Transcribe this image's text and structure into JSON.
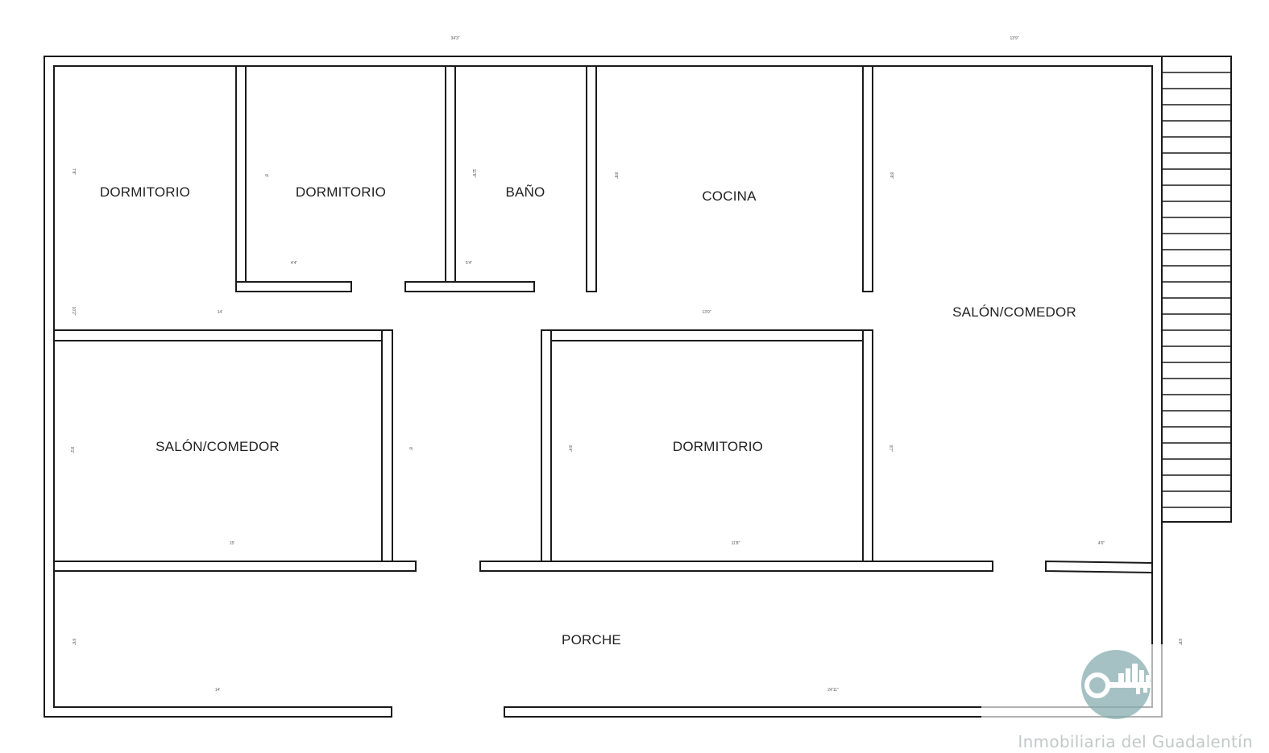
{
  "rooms": {
    "dormitorio_1": "DORMITORIO",
    "dormitorio_2": "DORMITORIO",
    "bano": "BAÑO",
    "cocina": "COCINA",
    "salon_comedor_1": "SALÓN/COMEDOR",
    "salon_comedor_2": "SALÓN/COMEDOR",
    "dormitorio_3": "DORMITORIO",
    "porche": "PORCHE"
  },
  "dimensions": {
    "top_width_left": "34'3\"",
    "top_width_right": "13'9\"",
    "dorm1_height": "7'8\"",
    "dorm1_lower": "10'2\"",
    "dorm2_height": "8'",
    "dorm2_width": "4'4\"",
    "bano_height": "11'8\"",
    "bano_width": "5'4\"",
    "cocina_height": "8'8\"",
    "salon2_height": "8'8\"",
    "hall_width_left": "14'",
    "hall_width_center": "13'9\"",
    "salon1_height": "8'1\"",
    "corridor_height": "8'",
    "dorm3_height": "8'4\"",
    "salon2_lower": "8'7\"",
    "salon1_width": "15'",
    "dorm3_width": "11'8\"",
    "salon2_width": "4'6\"",
    "porche_height": "6'6\"",
    "porche_width_left": "14'",
    "porche_width_right": "24'11\"",
    "porche_side": "6'8\""
  },
  "watermark": {
    "brand_text": "Inmobiliaria del Guadalentín",
    "logo_color": "#8fb3b6",
    "icon": "key-city-logo-icon"
  }
}
